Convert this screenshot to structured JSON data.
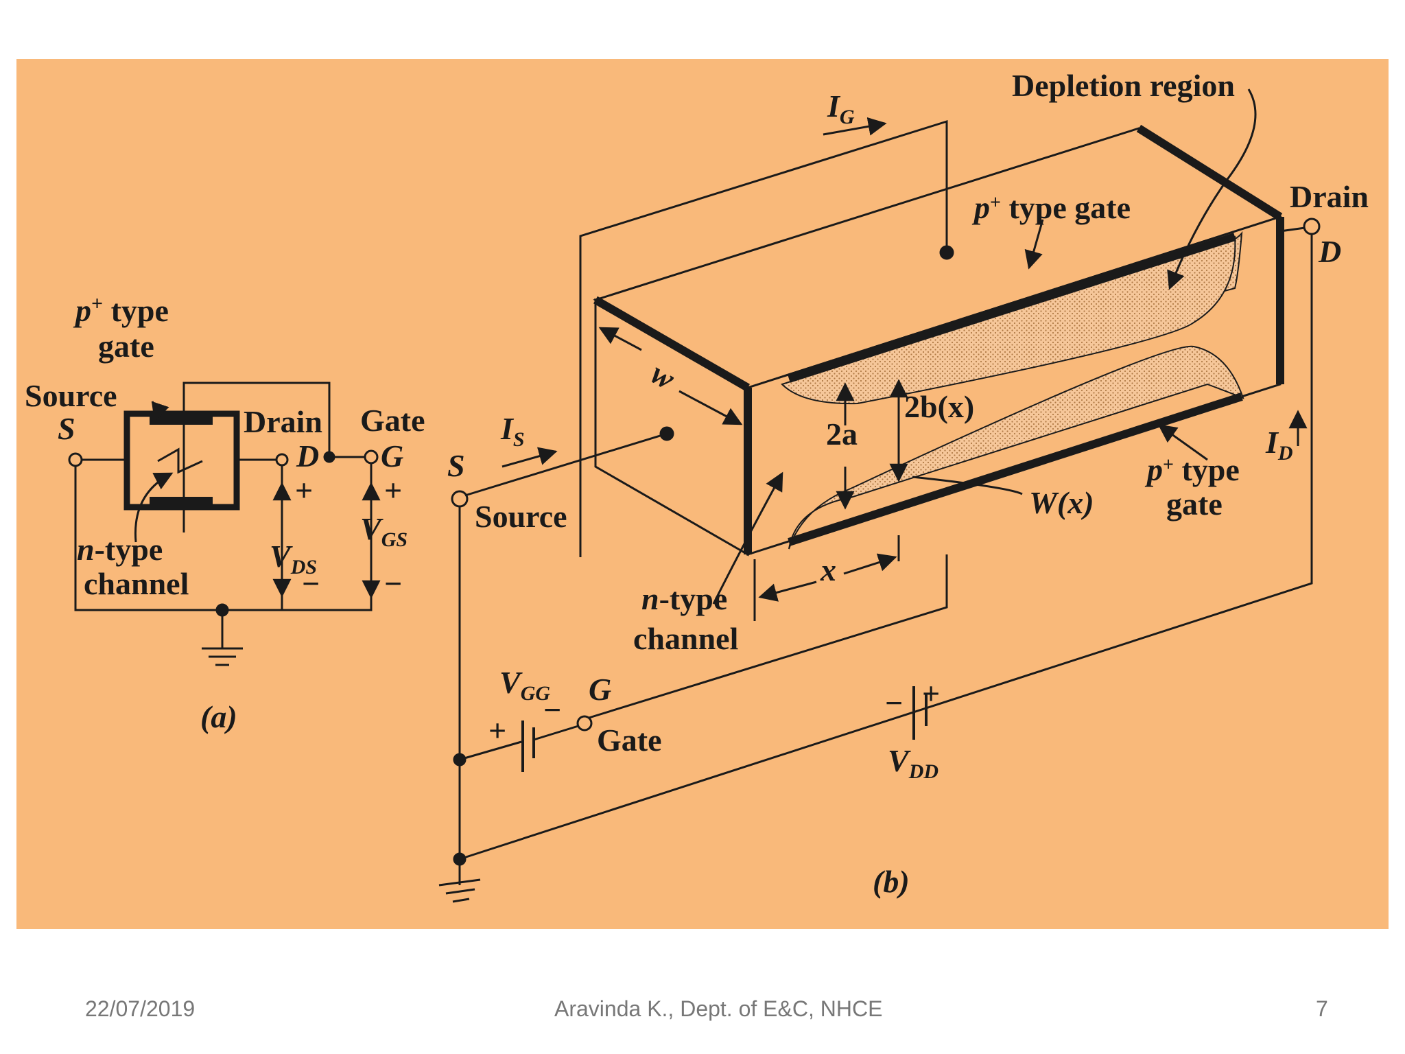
{
  "diagram_a": {
    "p_type_gate": [
      "p",
      "+",
      " type",
      "gate"
    ],
    "source": "Source",
    "s": "S",
    "drain": "Drain",
    "d": "D",
    "gate": "Gate",
    "g": "G",
    "n_type_channel": [
      "n",
      "-type",
      "channel"
    ],
    "v_ds": [
      "V",
      "DS"
    ],
    "v_gs": [
      "V",
      "GS"
    ],
    "plus": "+",
    "minus": "−",
    "caption": "(a)"
  },
  "diagram_b": {
    "i_g": [
      "I",
      "G"
    ],
    "depletion_region": "Depletion region",
    "p_type_gate_top": [
      "p",
      "+",
      " type gate"
    ],
    "drain": "Drain",
    "d": "D",
    "w": "w",
    "i_s": [
      "I",
      "S"
    ],
    "s": "S",
    "source": "Source",
    "two_a": "2a",
    "two_b_x": "2b(x)",
    "w_x": "W(x)",
    "p_type_gate_bottom": [
      "p",
      "+",
      " type",
      "gate"
    ],
    "i_d": [
      "I",
      "D"
    ],
    "x": "x",
    "n_type_channel": [
      "n",
      "-type",
      "channel"
    ],
    "v_gg": [
      "V",
      "GG"
    ],
    "g": "G",
    "gate": "Gate",
    "v_dd": [
      "V",
      "DD"
    ],
    "plus": "+",
    "minus": "−",
    "caption": "(b)"
  },
  "footer": {
    "date": "22/07/2019",
    "author": "Aravinda K., Dept. of E&C, NHCE",
    "page": "7"
  },
  "colors": {
    "panel": "#f9b97a",
    "ink": "#1a1a1a",
    "footer_text": "#777777"
  }
}
